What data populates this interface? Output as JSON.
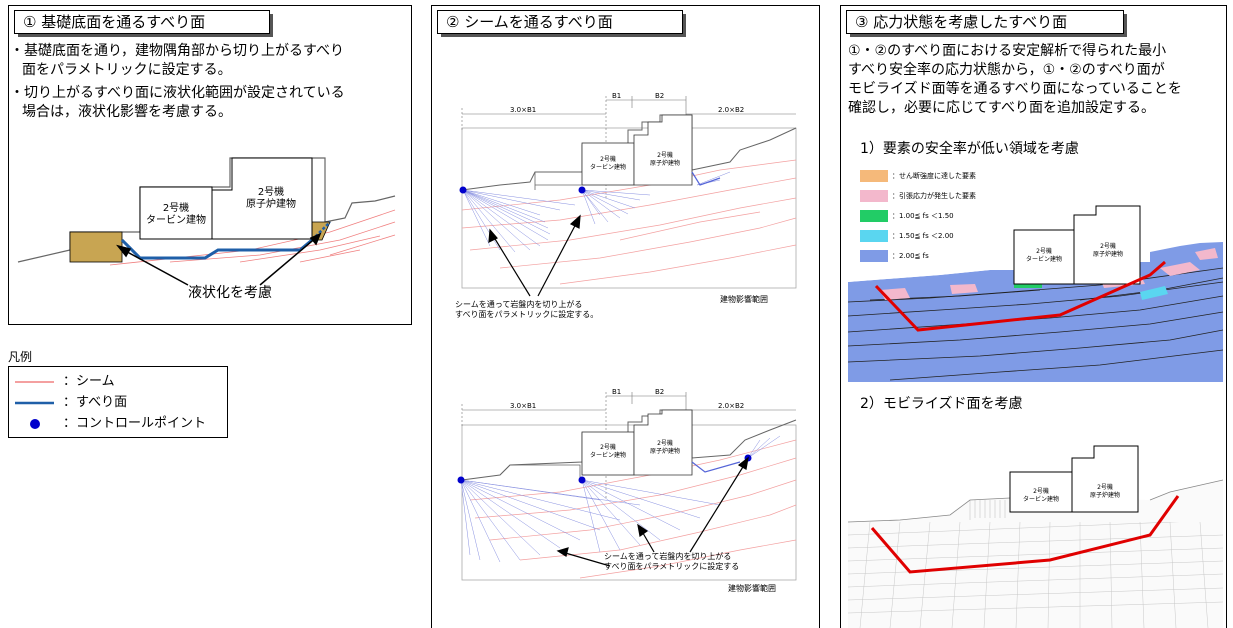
{
  "panel1": {
    "title": "① 基礎底面を通るすべり面",
    "bullet1_line1": "・基礎底面を通り，建物隅角部から切り上がるすべり",
    "bullet1_line2": "面をパラメトリックに設定する。",
    "bullet2_line1": "・切り上がるすべり面に液状化範囲が設定されている",
    "bullet2_line2": "場合は，液状化影響を考慮する。",
    "turbine_label": "2号機\nタービン建物",
    "reactor_label": "2号機\n原子炉建物",
    "callout": "液状化を考慮"
  },
  "legend": {
    "heading": "凡例",
    "items": [
      {
        "label": "：シーム",
        "color": "#f08080",
        "kind": "seam-line"
      },
      {
        "label": "：すべり面",
        "color": "#1f5fa8",
        "kind": "slip-line"
      },
      {
        "label": "：コントロールポイント",
        "color": "#0000cc",
        "kind": "control-point"
      }
    ]
  },
  "panel2": {
    "title": "② シームを通るすべり面",
    "dims": {
      "d1": "3.0×B1",
      "d2": "B1",
      "d3": "B2",
      "d4": "2.0×B2"
    },
    "turbine_label": "2号機\nタービン建物",
    "reactor_label": "2号機\n原子炉建物",
    "note_top": "シームを通って岩盤内を切り上がる\nすべり面をパラメトリックに設定する。",
    "range_label": "建物影響範囲",
    "note_bottom": "シームを通って岩盤内を切り上がる\nすべり面をパラメトリックに設定する"
  },
  "panel3": {
    "title": "③ 応力状態を考慮したすべり面",
    "para_line1": "①・②のすべり面における安定解析で得られた最小",
    "para_line2": "すべり安全率の応力状態から，①・②のすべり面が",
    "para_line3": "モビライズド面等を通るすべり面になっていることを",
    "para_line4": "確認し，必要に応じてすべり面を追加設定する。",
    "sub1": "1）要素の安全率が低い領域を考慮",
    "sub2": "2）モビライズド面を考慮",
    "safety_legend": [
      {
        "label": "：せん断強度に達した要素",
        "color": "#f5b97a"
      },
      {
        "label": "：引張応力が発生した要素",
        "color": "#f3b8cc"
      },
      {
        "label": "：1.00≦ fs ＜1.50",
        "color": "#22cc66"
      },
      {
        "label": "：1.50≦ fs ＜2.00",
        "color": "#5ad6f0"
      },
      {
        "label": "：2.00≦ fs",
        "color": "#7f9be6"
      }
    ],
    "turbine_label": "2号機\nタービン建物",
    "reactor_label": "2号機\n原子炉建物"
  }
}
